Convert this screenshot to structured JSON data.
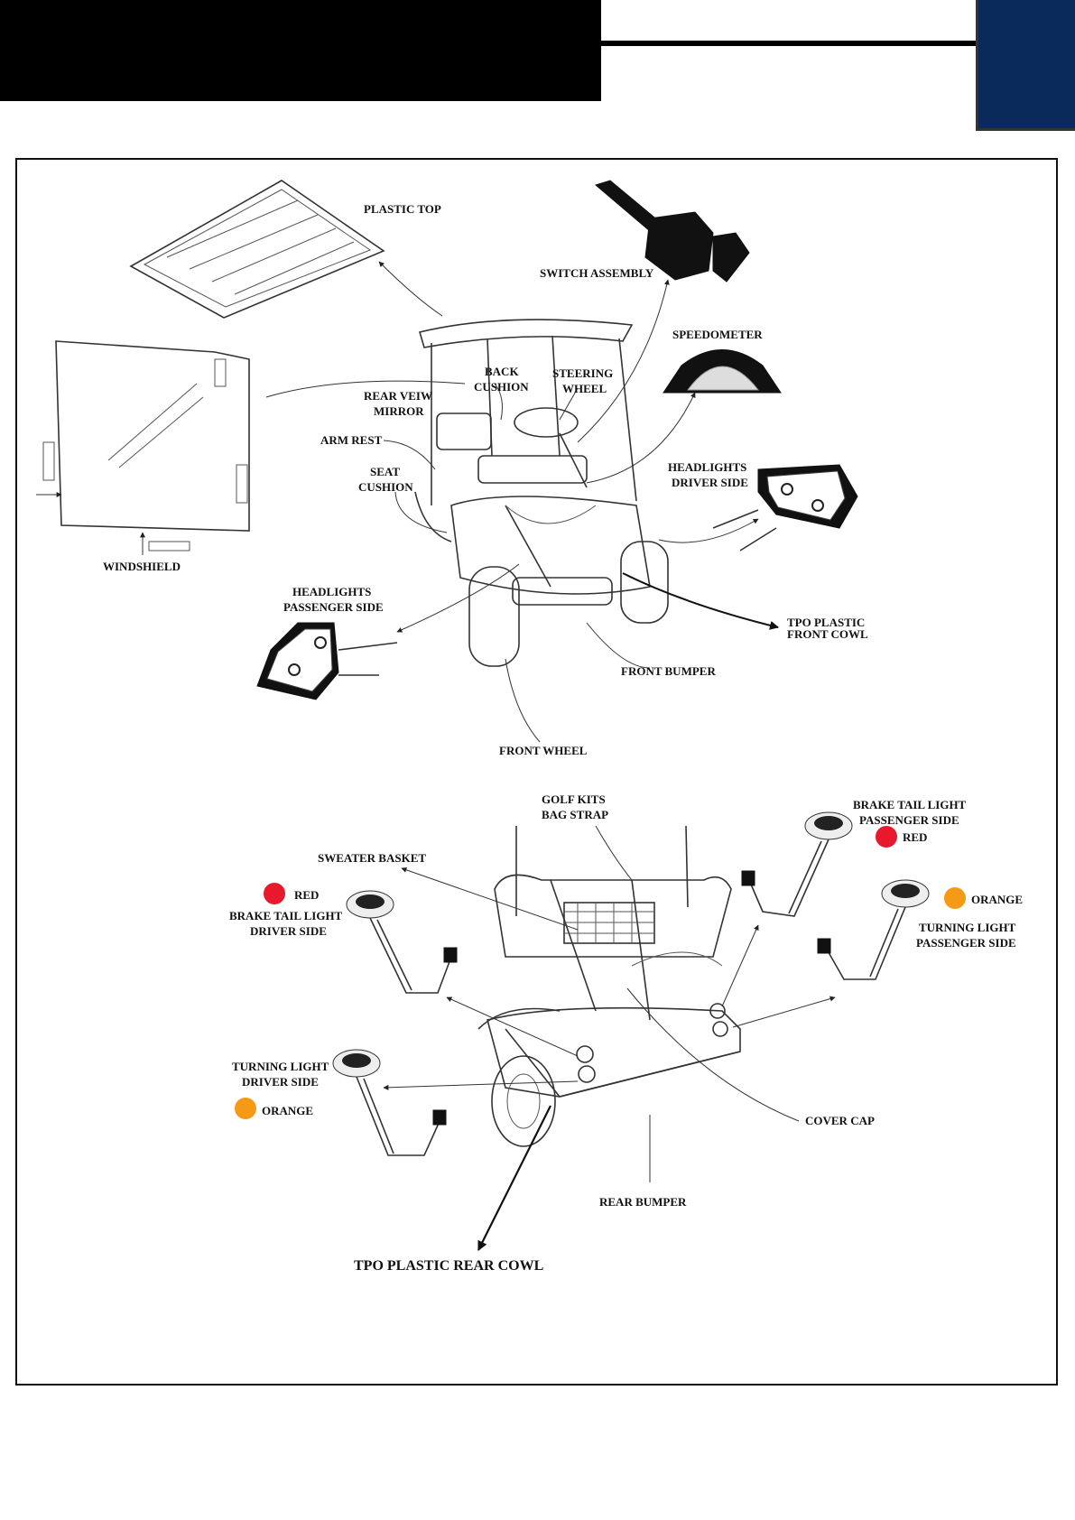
{
  "colors": {
    "header_black": "#000000",
    "header_blue": "#0a2a5c",
    "red": "#e8192c",
    "orange": "#f59a14"
  },
  "labels": {
    "plastic_top": "PLASTIC TOP",
    "switch_assembly": "SWITCH ASSEMBLY",
    "speedometer": "SPEEDOMETER",
    "back_cushion_1": "BACK",
    "back_cushion_2": "CUSHION",
    "steering_wheel_1": "STEERING",
    "steering_wheel_2": "WHEEL",
    "rear_view_mirror_1": "REAR VEIW",
    "rear_view_mirror_2": "MIRROR",
    "arm_rest": "ARM REST",
    "seat_cushion_1": "SEAT",
    "seat_cushion_2": "CUSHION",
    "headlights_driver_1": "HEADLIGHTS",
    "headlights_driver_2": "DRIVER SIDE",
    "windshield": "WINDSHIELD",
    "headlights_passenger_1": "HEADLIGHTS",
    "headlights_passenger_2": "PASSENGER SIDE",
    "front_cowl_1": "TPO PLASTIC",
    "front_cowl_2": "FRONT COWL",
    "front_bumper": "FRONT BUMPER",
    "front_wheel": "FRONT WHEEL",
    "bag_strap_1": "GOLF KITS",
    "bag_strap_2": "BAG STRAP",
    "brake_pass_1": "BRAKE TAIL LIGHT",
    "brake_pass_2": "PASSENGER SIDE",
    "red_1": "RED",
    "sweater_basket": "SWEATER BASKET",
    "red_2": "RED",
    "brake_driver_1": "BRAKE TAIL LIGHT",
    "brake_driver_2": "DRIVER SIDE",
    "orange_1": "ORANGE",
    "turn_pass_1": "TURNING LIGHT",
    "turn_pass_2": "PASSENGER SIDE",
    "turn_driver_1": "TURNING LIGHT",
    "turn_driver_2": "DRIVER SIDE",
    "orange_2": "ORANGE",
    "cover_cap": "COVER CAP",
    "rear_bumper": "REAR BUMPER",
    "rear_cowl": "TPO PLASTIC REAR COWL"
  }
}
